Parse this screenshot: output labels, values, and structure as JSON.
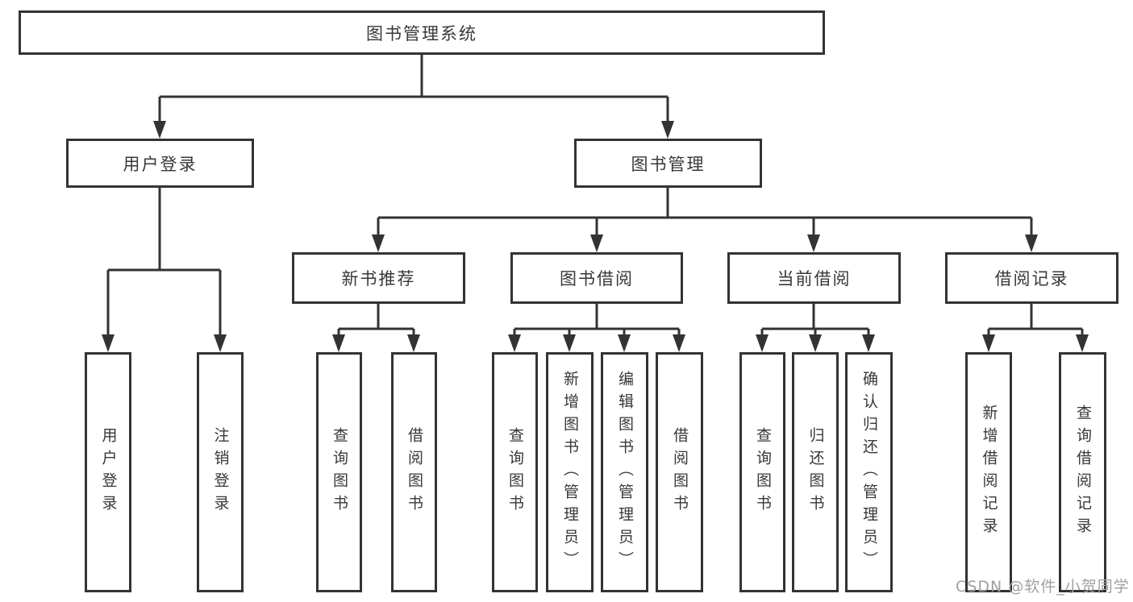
{
  "nodes": {
    "root": "图书管理系统",
    "user_login": "用户登录",
    "book_mgmt": "图书管理",
    "new_book_rec": "新书推荐",
    "book_borrow": "图书借阅",
    "current_borrow": "当前借阅",
    "borrow_record": "借阅记录",
    "leaf_user_login": "用户登录",
    "leaf_logout": "注销登录",
    "leaf_query_book_1": "查询图书",
    "leaf_borrow_book_1": "借阅图书",
    "leaf_query_book_2": "查询图书",
    "leaf_add_book": "新增图书（管理员）",
    "leaf_edit_book": "编辑图书（管理员）",
    "leaf_borrow_book_2": "借阅图书",
    "leaf_query_book_3": "查询图书",
    "leaf_return_book": "归还图书",
    "leaf_confirm_return": "确认归还（管理员）",
    "leaf_add_record": "新增借阅记录",
    "leaf_query_record": "查询借阅记录"
  },
  "hierarchy": {
    "图书管理系统": {
      "用户登录": [
        "用户登录",
        "注销登录"
      ],
      "图书管理": {
        "新书推荐": [
          "查询图书",
          "借阅图书"
        ],
        "图书借阅": [
          "查询图书",
          "新增图书（管理员）",
          "编辑图书（管理员）",
          "借阅图书"
        ],
        "当前借阅": [
          "查询图书",
          "归还图书",
          "确认归还（管理员）"
        ],
        "借阅记录": [
          "新增借阅记录",
          "查询借阅记录"
        ]
      }
    }
  },
  "watermark": "CSDN @软件_小贺同学",
  "colors": {
    "line": "#333333",
    "text": "#383838",
    "watermark": "#a0a0a0",
    "background": "#ffffff"
  }
}
